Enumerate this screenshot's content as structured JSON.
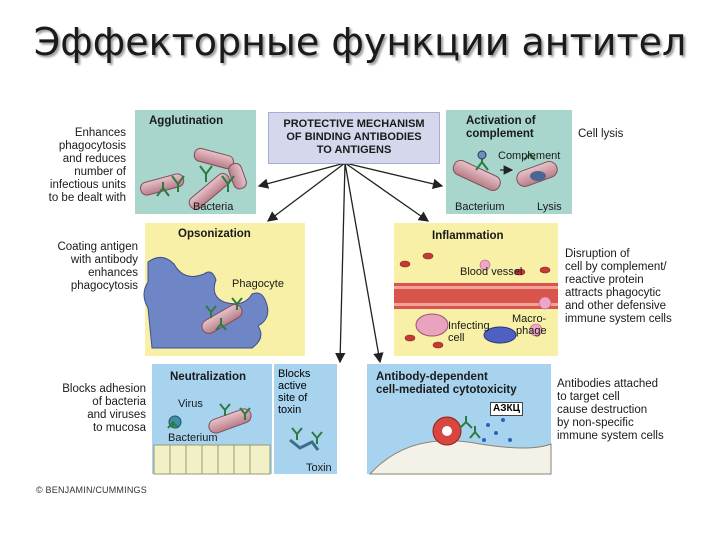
{
  "title": "Эффекторные функции антител",
  "center_box": {
    "line1": "PROTECTIVE MECHANISM",
    "line2": "OF BINDING ANTIBODIES",
    "line3": "TO ANTIGENS"
  },
  "panels": {
    "agglutination": {
      "title": "Agglutination",
      "label_bacteria": "Bacteria",
      "note": [
        "Enhances",
        "phagocytosis",
        "and reduces",
        "number of",
        "infectious units",
        "to be dealt with"
      ]
    },
    "complement": {
      "title1": "Activation of",
      "title2": "complement",
      "label_complement": "Complement",
      "label_bacterium": "Bacterium",
      "label_lysis": "Lysis",
      "note": [
        "Cell lysis"
      ]
    },
    "opsonization": {
      "title": "Opsonization",
      "label_phagocyte": "Phagocyte",
      "note": [
        "Coating antigen",
        "with antibody",
        "enhances",
        "phagocytosis"
      ]
    },
    "inflammation": {
      "title": "Inflammation",
      "label_vessel": "Blood vessel",
      "label_infecting1": "Infecting",
      "label_infecting2": "cell",
      "label_macro1": "Macro-",
      "label_macro2": "phage",
      "note": [
        "Disruption of",
        "cell by complement/",
        "reactive protein",
        "attracts phagocytic",
        "and other defensive",
        "immune system cells"
      ]
    },
    "neutralization": {
      "title": "Neutralization",
      "label_virus": "Virus",
      "label_bacterium": "Bacterium",
      "label_toxin": "Toxin",
      "blocks": [
        "Blocks",
        "active",
        "site of",
        "toxin"
      ],
      "note": [
        "Blocks adhesion",
        "of bacteria",
        "and viruses",
        "to mucosa"
      ]
    },
    "adcc": {
      "title1": "Antibody-dependent",
      "title2": "cell-mediated cytotoxicity",
      "badge": "АЗКЦ",
      "note": [
        "Antibodies attached",
        "to target cell",
        "cause destruction",
        "by non-specific",
        "immune system cells"
      ]
    }
  },
  "credit": "© BENJAMIN/CUMMINGS",
  "colors": {
    "agglutination": "#a8d5cc",
    "complement": "#a8d5cc",
    "opsonization": "#f7f0a6",
    "inflammation": "#f7f0a6",
    "neutralization": "#a7d3ee",
    "adcc": "#a7d3ee",
    "center": "#d5d7ec",
    "antibody": "#2f7a43",
    "cell": "#c98a96"
  }
}
